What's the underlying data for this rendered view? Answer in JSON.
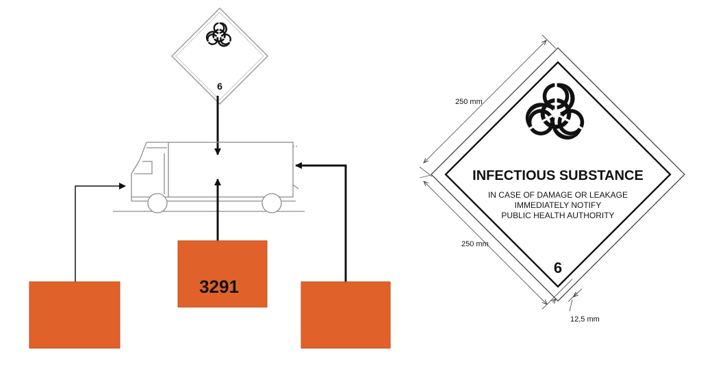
{
  "left_diagram": {
    "placard": {
      "class_number": "6",
      "icon": "biohazard-icon"
    },
    "orange_panels": [
      {
        "position": "left",
        "text": ""
      },
      {
        "position": "center",
        "text": "3291"
      },
      {
        "position": "right",
        "text": ""
      }
    ],
    "vehicle": "truck-icon",
    "colors": {
      "orange_panel": "#e0622a",
      "lines": "#111111"
    }
  },
  "right_label": {
    "title": "INFECTIOUS SUBSTANCE",
    "line1": "IN CASE OF DAMAGE OR LEAKAGE",
    "line2": "IMMEDIATELY NOTIFY",
    "line3": "PUBLIC HEALTH AUTHORITY",
    "class_number": "6",
    "icon": "biohazard-icon",
    "dimensions": {
      "upper_side": "250 mm",
      "lower_side": "250 mm",
      "border": "12,5 mm"
    }
  }
}
